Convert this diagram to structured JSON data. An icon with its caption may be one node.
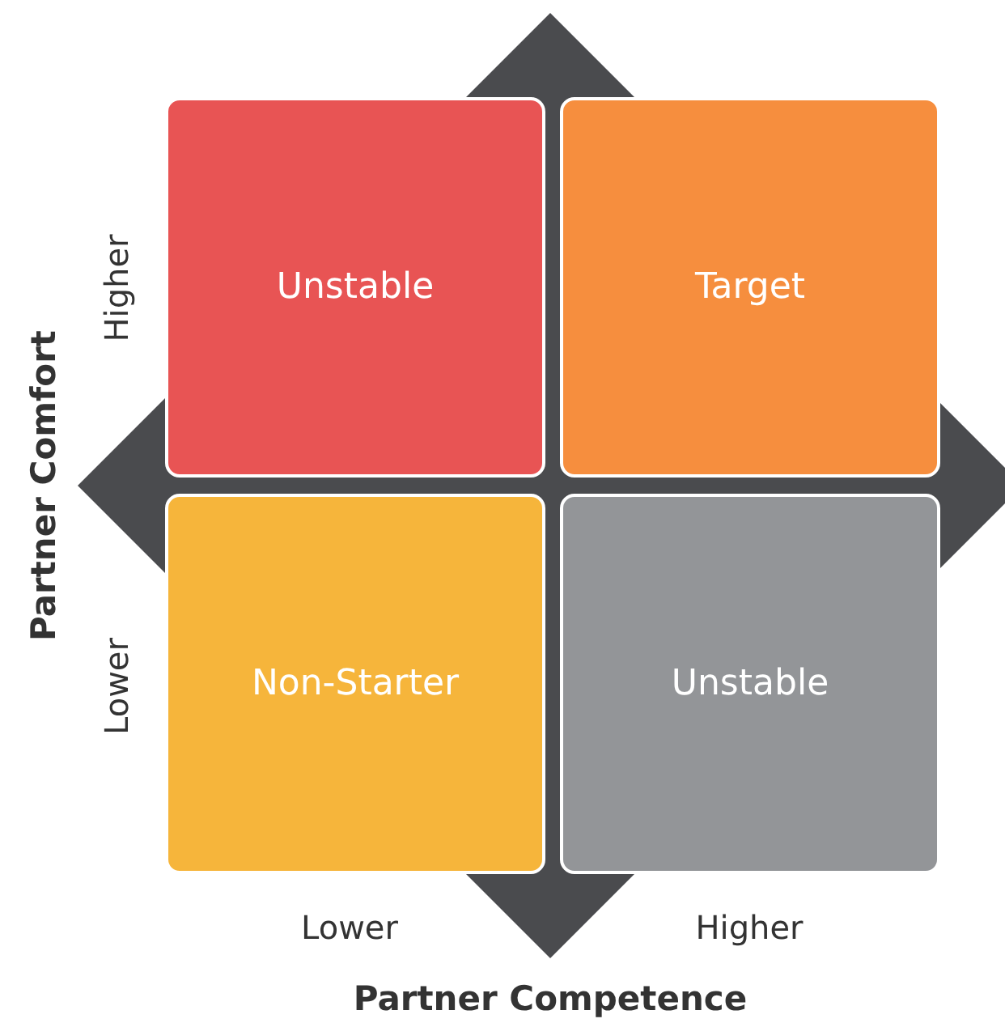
{
  "diagram": {
    "nodes": [
      {
        "text": [
          "Unstable"
        ]
      },
      {
        "text": [
          "Target"
        ]
      },
      {
        "text": [
          "Non-Starter"
        ]
      },
      {
        "text": [
          "Unstable"
        ]
      }
    ],
    "edges": [],
    "labels": [
      "Higher",
      "Lower",
      "Partner Comfort",
      "Lower",
      "Higher",
      "Partner Competence"
    ]
  }
}
